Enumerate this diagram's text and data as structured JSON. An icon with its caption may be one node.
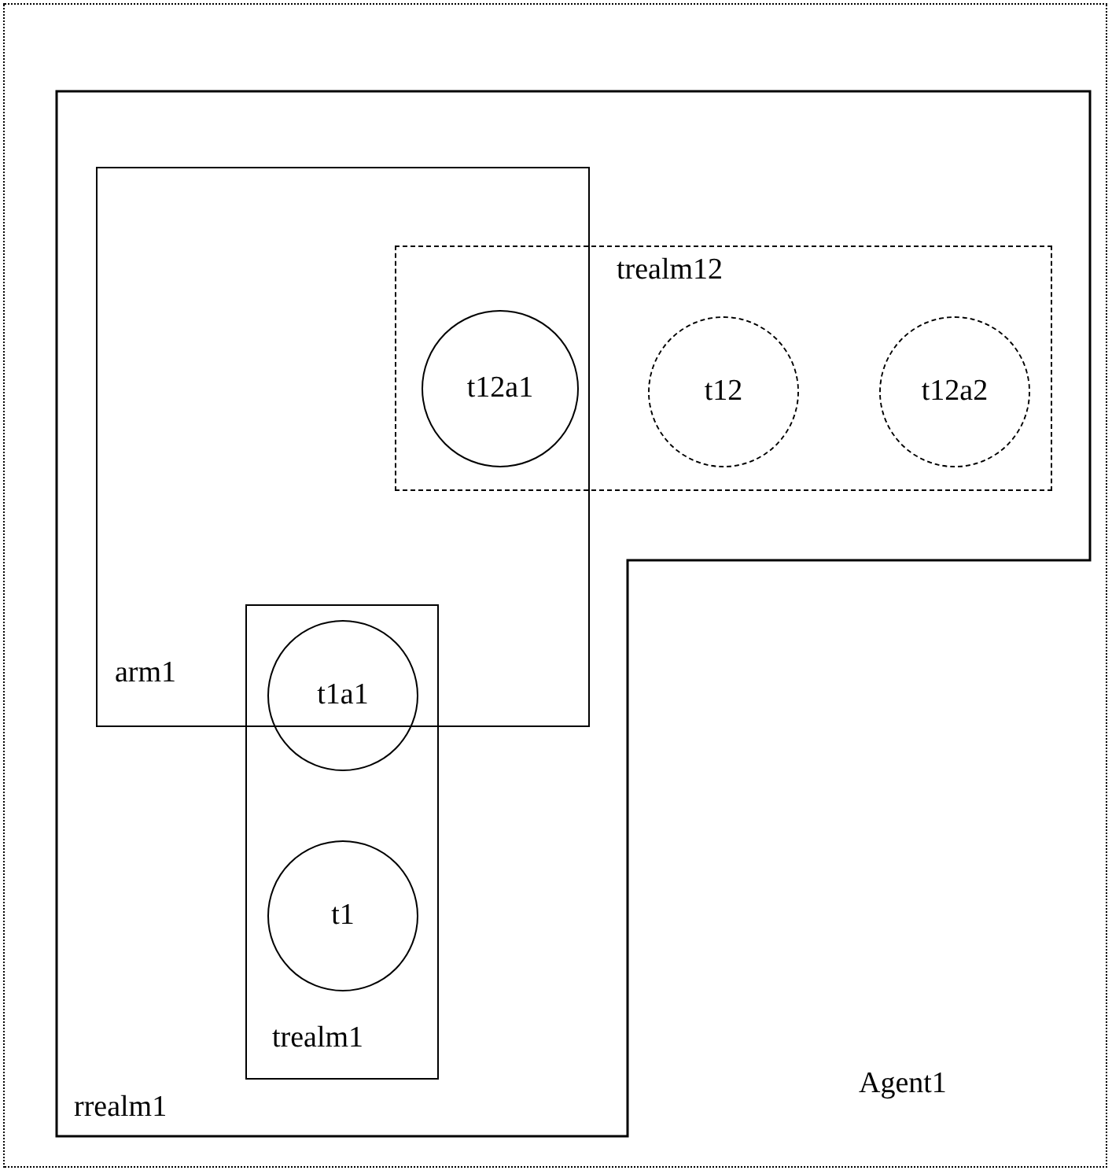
{
  "diagram": {
    "nodes": [
      {
        "text": [
          "Agent1"
        ]
      },
      {
        "text": [
          "rrealm1"
        ],
        "in": 0
      },
      {
        "text": [
          "arm1"
        ],
        "in": 1
      },
      {
        "text": [
          "trealm12"
        ],
        "in": 1
      },
      {
        "text": [
          "t12a1"
        ]
      },
      {
        "text": [
          "t12"
        ],
        "in": 3
      },
      {
        "text": [
          "t12a2"
        ],
        "in": 3
      },
      {
        "text": [
          "trealm1"
        ],
        "in": 1
      },
      {
        "text": [
          "t1a1"
        ],
        "in": 7
      },
      {
        "text": [
          "t1"
        ],
        "in": 7
      }
    ]
  }
}
